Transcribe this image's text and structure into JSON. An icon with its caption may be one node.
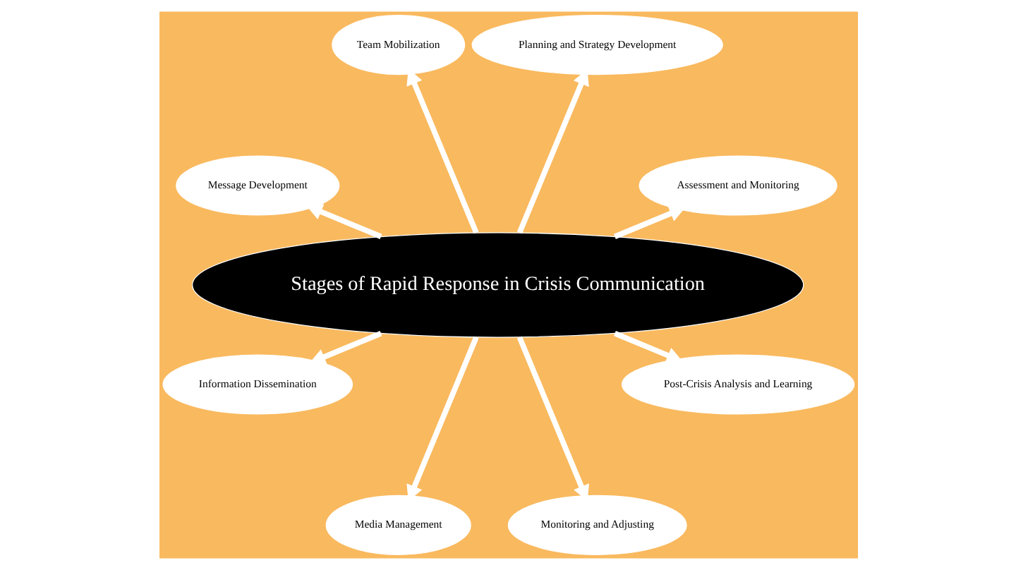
{
  "diagram": {
    "nodes": [
      {
        "text": [
          "Stages of Rapid Response in Crisis Communication"
        ]
      },
      {
        "text": [
          "Assessment and Monitoring"
        ]
      },
      {
        "text": [
          "Planning and Strategy Development"
        ]
      },
      {
        "text": [
          "Team Mobilization"
        ]
      },
      {
        "text": [
          "Message Development"
        ]
      },
      {
        "text": [
          "Information Dissemination"
        ]
      },
      {
        "text": [
          "Media Management"
        ]
      },
      {
        "text": [
          "Monitoring and Adjusting"
        ]
      },
      {
        "text": [
          "Post-Crisis Analysis and Learning"
        ]
      }
    ],
    "edges": [
      {
        "from": 0,
        "to": 1,
        "arrow": "to"
      },
      {
        "from": 0,
        "to": 2,
        "arrow": "to"
      },
      {
        "from": 0,
        "to": 3,
        "arrow": "to"
      },
      {
        "from": 0,
        "to": 4,
        "arrow": "to"
      },
      {
        "from": 0,
        "to": 5,
        "arrow": "to"
      },
      {
        "from": 0,
        "to": 6,
        "arrow": "to"
      },
      {
        "from": 0,
        "to": 7,
        "arrow": "to"
      },
      {
        "from": 0,
        "to": 8,
        "arrow": "to"
      }
    ]
  }
}
